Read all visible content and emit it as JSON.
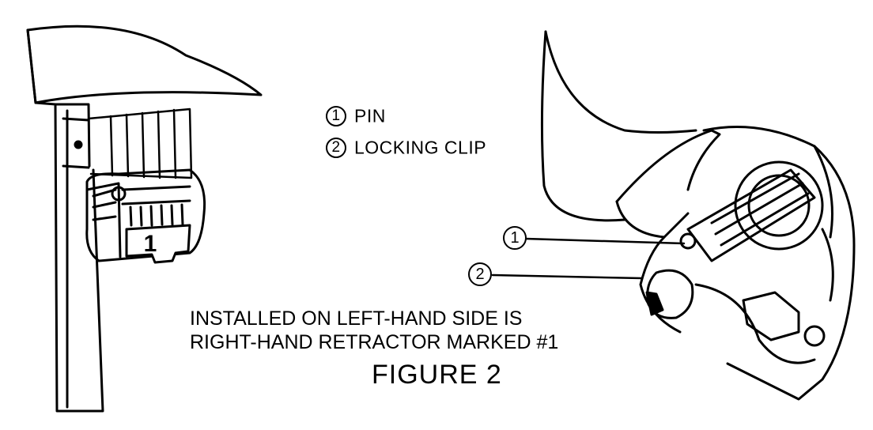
{
  "legend": {
    "items": [
      {
        "num": "1",
        "label": "PIN"
      },
      {
        "num": "2",
        "label": "LOCKING CLIP"
      }
    ]
  },
  "note": {
    "line1": "INSTALLED ON LEFT-HAND  SIDE IS",
    "line2": "RIGHT-HAND RETRACTOR MARKED #1"
  },
  "figure_title": "FIGURE  2",
  "left_view": {
    "part_marking": "1"
  },
  "right_view": {
    "callouts": [
      "1",
      "2"
    ]
  }
}
